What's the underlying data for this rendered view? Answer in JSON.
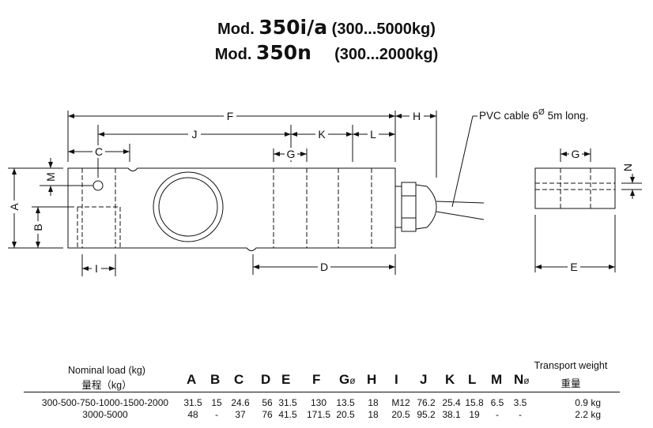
{
  "title": {
    "line1_prefix": "Mod.",
    "line1_model": "350i/a",
    "line1_range": "(300...5000kg)",
    "line2_prefix": "Mod.",
    "line2_model": "350n",
    "line2_range": "(300...2000kg)"
  },
  "drawing": {
    "labels": {
      "F": "F",
      "H": "H",
      "J": "J",
      "K": "K",
      "L": "L",
      "C": "C",
      "G": "G",
      "M": "M",
      "A": "A",
      "B": "B",
      "I": "I",
      "D": "D",
      "E": "E",
      "N": "N"
    },
    "cable_note": "PVC cable 6",
    "cable_sup": "Ø",
    "cable_note_tail": " 5m long."
  },
  "table": {
    "nominal_load_label": "Nominal load (kg)",
    "nominal_load_label_cn": "量程（kg）",
    "transport_label": "Transport weight",
    "transport_label_cn": "重量",
    "columns": [
      "A",
      "B",
      "C",
      "D",
      "E",
      "F",
      "G",
      "H",
      "I",
      "J",
      "K",
      "L",
      "M",
      "N"
    ],
    "diameter_symbol": "ø",
    "rows": [
      {
        "load": "300-500-750-1000-1500-2000",
        "values": [
          "31.5",
          "15",
          "24.6",
          "56",
          "31.5",
          "130",
          "13.5",
          "18",
          "M12",
          "76.2",
          "25.4",
          "15.8",
          "6.5",
          "3.5"
        ],
        "weight": "0.9 kg"
      },
      {
        "load": "3000-5000",
        "values": [
          "48",
          "-",
          "37",
          "76",
          "41.5",
          "171.5",
          "20.5",
          "18",
          "20.5",
          "95.2",
          "38.1",
          "19",
          "-",
          "-"
        ],
        "weight": "2.2 kg"
      }
    ]
  }
}
